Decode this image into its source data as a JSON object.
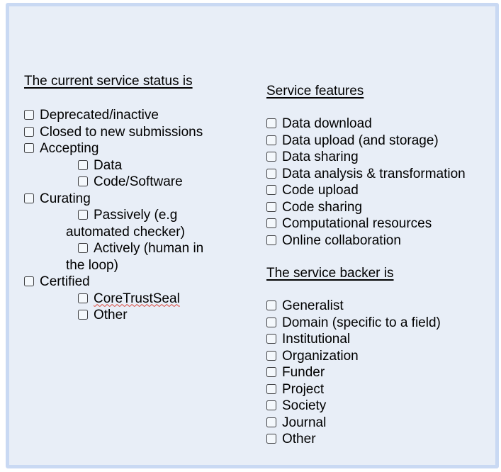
{
  "panel": {
    "background_color": "#e8eef7",
    "border_color": "#c9d9f3"
  },
  "sections": [
    {
      "key": "status",
      "heading": "The current service status is",
      "items": [
        {
          "label": "Deprecated/inactive",
          "indent": 0,
          "checked": false
        },
        {
          "label": "Closed to new submissions",
          "indent": 0,
          "checked": false
        },
        {
          "label": "Accepting",
          "indent": 0,
          "checked": false
        },
        {
          "label": "Data",
          "indent": 1,
          "checked": false
        },
        {
          "label": "Code/Software",
          "indent": 1,
          "checked": false
        },
        {
          "label": "Curating",
          "indent": 0,
          "checked": false
        },
        {
          "label": "Passively (e.g automated checker)",
          "indent": 1,
          "checked": false
        },
        {
          "label": "Actively (human in the loop)",
          "indent": 1,
          "checked": false
        },
        {
          "label": "Certified",
          "indent": 0,
          "checked": false
        },
        {
          "label": "CoreTrustSeal",
          "indent": 1,
          "checked": false,
          "misspelled": true
        },
        {
          "label": "Other",
          "indent": 1,
          "checked": false
        }
      ]
    },
    {
      "key": "features",
      "heading": "Service features",
      "items": [
        {
          "label": "Data download",
          "indent": 0,
          "checked": false
        },
        {
          "label": "Data upload (and storage)",
          "indent": 0,
          "checked": false
        },
        {
          "label": "Data sharing",
          "indent": 0,
          "checked": false
        },
        {
          "label": "Data analysis & transformation",
          "indent": 0,
          "checked": false
        },
        {
          "label": "Code upload",
          "indent": 0,
          "checked": false
        },
        {
          "label": "Code sharing",
          "indent": 0,
          "checked": false
        },
        {
          "label": "Computational resources",
          "indent": 0,
          "checked": false
        },
        {
          "label": "Online collaboration",
          "indent": 0,
          "checked": false
        }
      ]
    },
    {
      "key": "backer",
      "heading": "The service backer is",
      "items": [
        {
          "label": "Generalist",
          "indent": 0,
          "checked": false
        },
        {
          "label": "Domain (specific to a field)",
          "indent": 0,
          "checked": false
        },
        {
          "label": "Institutional",
          "indent": 0,
          "checked": false
        },
        {
          "label": "Organization",
          "indent": 0,
          "checked": false
        },
        {
          "label": "Funder",
          "indent": 0,
          "checked": false
        },
        {
          "label": "Project",
          "indent": 0,
          "checked": false
        },
        {
          "label": "Society",
          "indent": 0,
          "checked": false
        },
        {
          "label": "Journal",
          "indent": 0,
          "checked": false
        },
        {
          "label": "Other",
          "indent": 0,
          "checked": false
        }
      ]
    }
  ]
}
